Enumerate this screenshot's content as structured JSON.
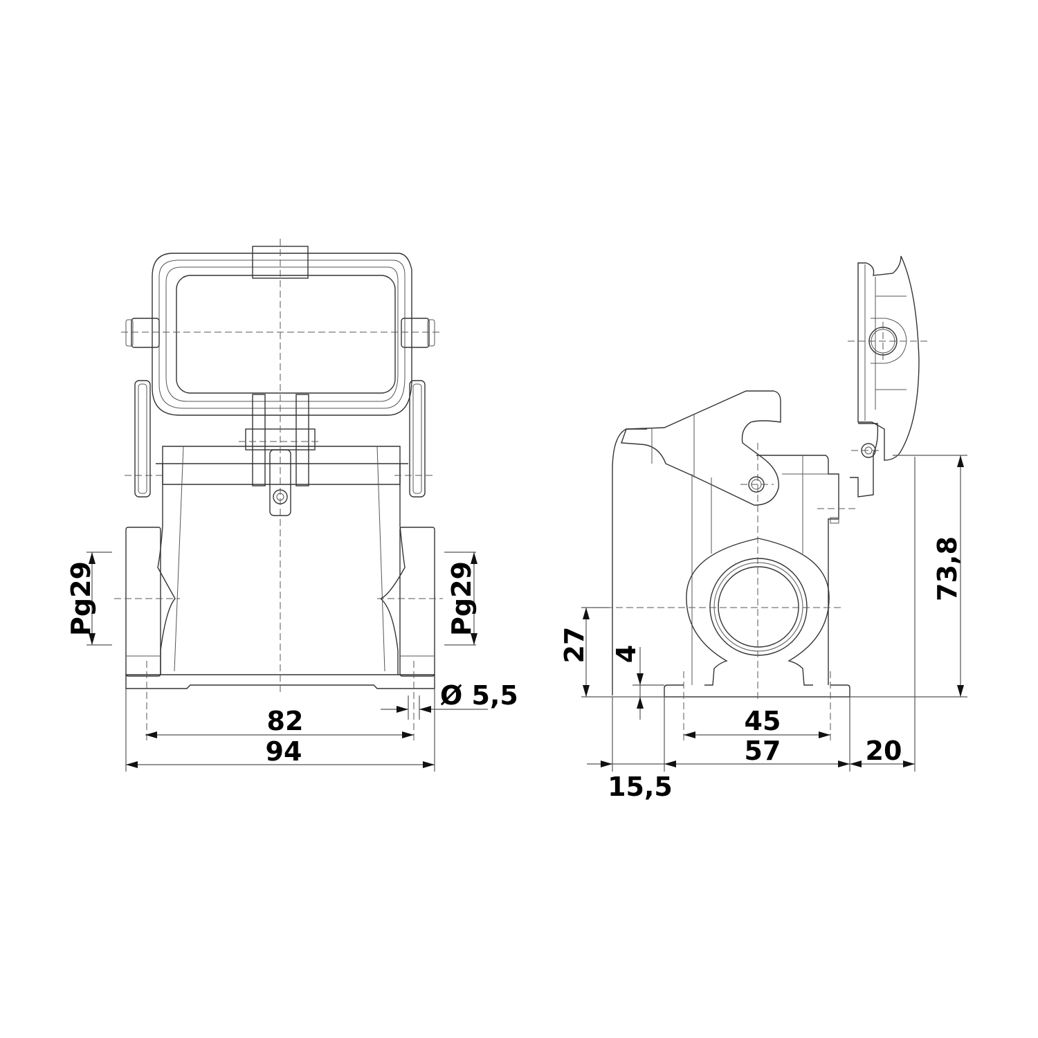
{
  "drawing": {
    "title": "Housing technical drawing (front and side view)",
    "front_view": {
      "dimensions": {
        "cable_entry_left": "Pg29",
        "cable_entry_right": "Pg29",
        "hole_spacing": "82",
        "base_width": "94",
        "hole_diameter": "Ø 5,5"
      }
    },
    "side_view": {
      "dimensions": {
        "entry_height": "27",
        "base_thickness": "4",
        "hole_spacing": "45",
        "base_depth": "57",
        "lever_overhang": "15,5",
        "lid_overhang": "20",
        "total_height": "73,8"
      }
    },
    "colors": {
      "line": "#333333",
      "text": "#000000",
      "background": "#ffffff"
    }
  }
}
